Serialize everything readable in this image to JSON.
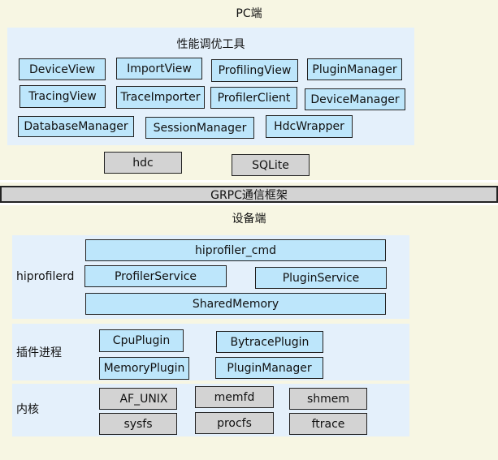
{
  "pc": {
    "title": "PC端",
    "tools": {
      "title": "性能调优工具",
      "items": [
        "DeviceView",
        "ImportView",
        "ProfilingView",
        "PluginManager",
        "TracingView",
        "TraceImporter",
        "ProfilerClient",
        "DeviceManager",
        "DatabaseManager",
        "SessionManager",
        "HdcWrapper"
      ]
    },
    "deps": [
      "hdc",
      "SQLite"
    ]
  },
  "grpc": {
    "label": "GRPC通信框架"
  },
  "device": {
    "title": "设备端",
    "hiprofilerd": {
      "label": "hiprofilerd",
      "items": [
        "hiprofiler_cmd",
        "ProfilerService",
        "PluginService",
        "SharedMemory"
      ]
    },
    "plugins": {
      "label": "插件进程",
      "items": [
        "CpuPlugin",
        "BytracePlugin",
        "MemoryPlugin",
        "PluginManager"
      ]
    },
    "kernel": {
      "label": "内核",
      "items": [
        "AF_UNIX",
        "memfd",
        "shmem",
        "sysfs",
        "procfs",
        "ftrace"
      ]
    }
  },
  "colors": {
    "background": "#f7f6e3",
    "panel": "#e4f0fb",
    "component": "#bde6fb",
    "system": "#d3d3d3"
  }
}
